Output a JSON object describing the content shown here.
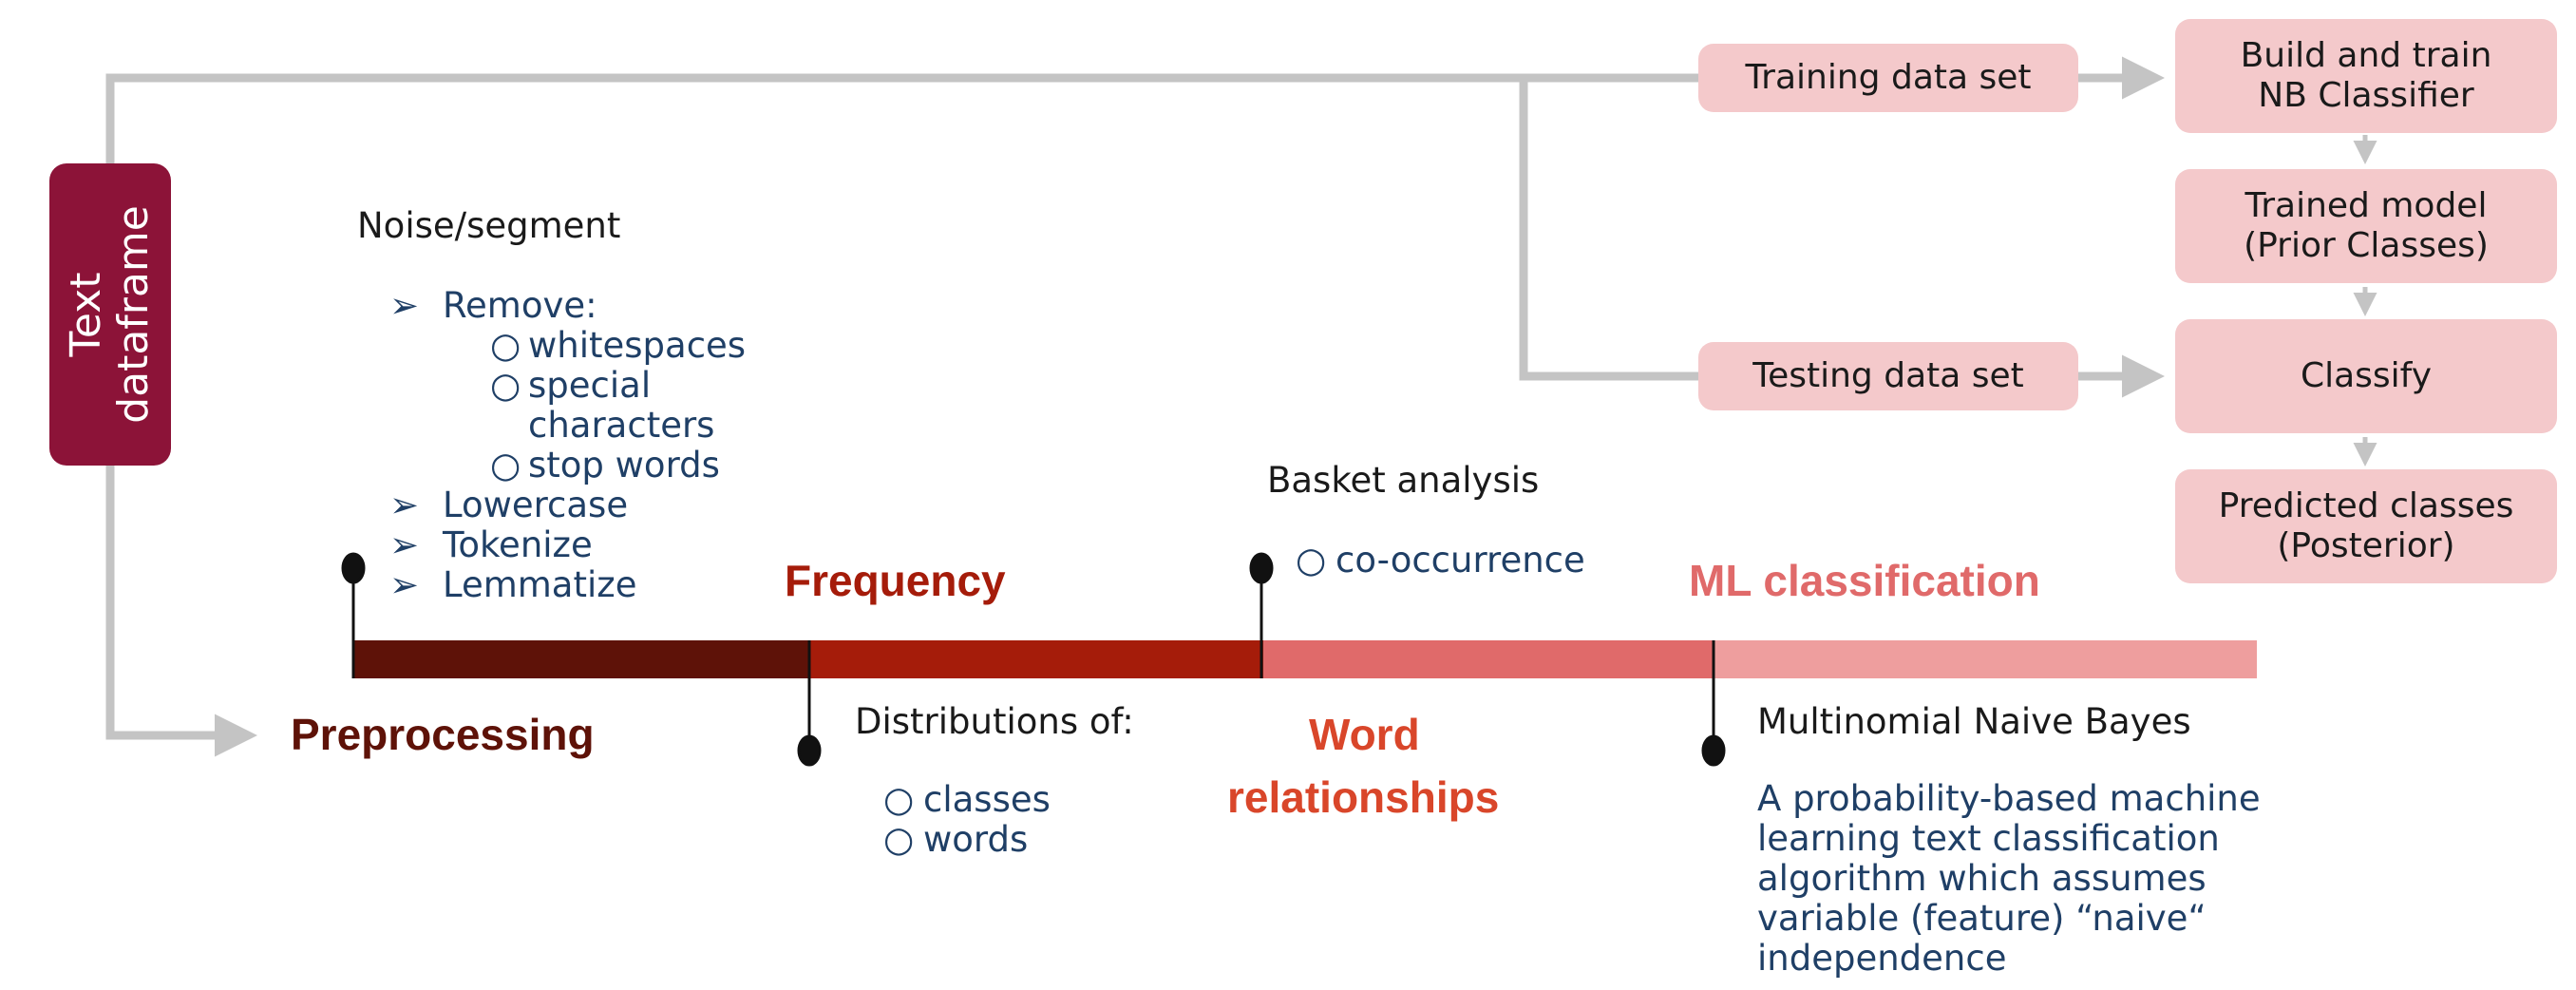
{
  "text_dataframe": {
    "line1": "Text",
    "line2": "dataframe"
  },
  "pipeline": {
    "training_set": "Training data set",
    "testing_set": "Testing data set",
    "build_train": {
      "line1": "Build and train",
      "line2": "NB Classifier"
    },
    "trained_model": {
      "line1": "Trained model",
      "line2": "(Prior Classes)"
    },
    "classify": "Classify",
    "predicted": {
      "line1": "Predicted classes",
      "line2": "(Posterior)"
    }
  },
  "phases": {
    "preprocessing": "Preprocessing",
    "frequency": "Frequency",
    "word_relationships": {
      "line1": "Word",
      "line2": "relationships"
    },
    "ml_classification": "ML classification"
  },
  "phase_colors": {
    "preprocessing": "#5e1208",
    "frequency": "#a51c0a",
    "word_relationships": "#e06a6a",
    "ml_classification": "#ee9e9e",
    "preprocessing_label": "#5e1208",
    "frequency_label": "#a51c0a",
    "word_label": "#d9462a",
    "ml_label": "#e06a6a",
    "text_dataframe": "#8c1338",
    "box_fill": "#f4c9cb",
    "connector": "#c4c4c4"
  },
  "noise": {
    "heading": "Noise/segment",
    "remove": "Remove:",
    "whitespaces": "whitespaces",
    "special_1": "special",
    "special_2": "characters",
    "stop_words": "stop words",
    "lowercase": "Lowercase",
    "tokenize": "Tokenize",
    "lemmatize": "Lemmatize",
    "arrow_glyph": "➢",
    "circle_glyph": "○"
  },
  "distributions": {
    "heading": "Distributions of:",
    "items": [
      "classes",
      "words"
    ]
  },
  "basket": {
    "heading": "Basket analysis",
    "items": [
      "co-occurrence"
    ]
  },
  "mnb": {
    "heading": "Multinomial Naive Bayes",
    "desc": [
      "A probability-based machine",
      "learning text classification",
      "algorithm which assumes",
      "variable (feature) “naive“",
      "independence"
    ]
  }
}
